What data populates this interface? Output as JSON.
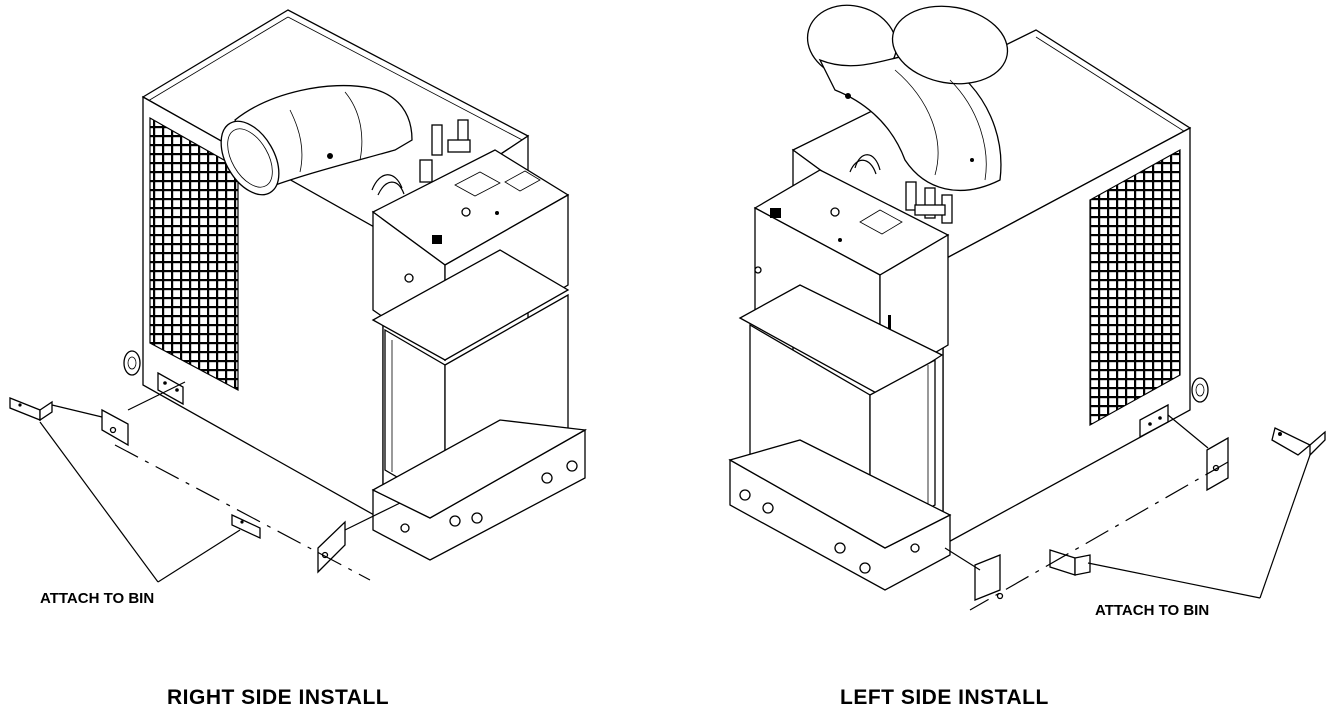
{
  "left_figure": {
    "callout": "ATTACH TO BIN",
    "caption": "RIGHT SIDE INSTALL"
  },
  "right_figure": {
    "callout": "ATTACH TO BIN",
    "caption": "LEFT SIDE INSTALL"
  }
}
